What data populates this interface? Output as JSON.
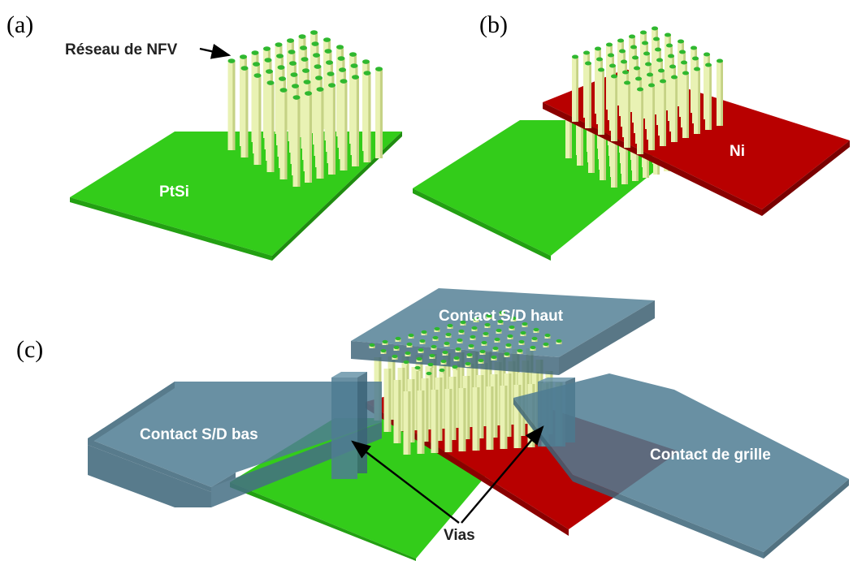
{
  "panels": {
    "a": {
      "letter": "(a)",
      "array_label": "Réseau de NFV",
      "base_label": "PtSi"
    },
    "b": {
      "letter": "(b)",
      "gate_label": "Ni"
    },
    "c": {
      "letter": "(c)",
      "top_contact": "Contact S/D haut",
      "bottom_contact": "Contact S/D bas",
      "gate_contact": "Contact de grille",
      "vias_label": "Vias"
    }
  },
  "colors": {
    "ptsi": "#33cc1a",
    "ptsi_edge": "#23a012",
    "ni": "#b80000",
    "ni_edge": "#8a0000",
    "nanowire": "#e9f2b4",
    "nanowire_shade": "#c5d285",
    "nanowire_tip": "#2fb82f",
    "contact": "#4f7d93",
    "contact_side": "#3c6478",
    "arrow": "#000000"
  },
  "icons": {
    "arrow_to_array": "arrow-icon",
    "arrow_to_via": "arrow-icon"
  }
}
